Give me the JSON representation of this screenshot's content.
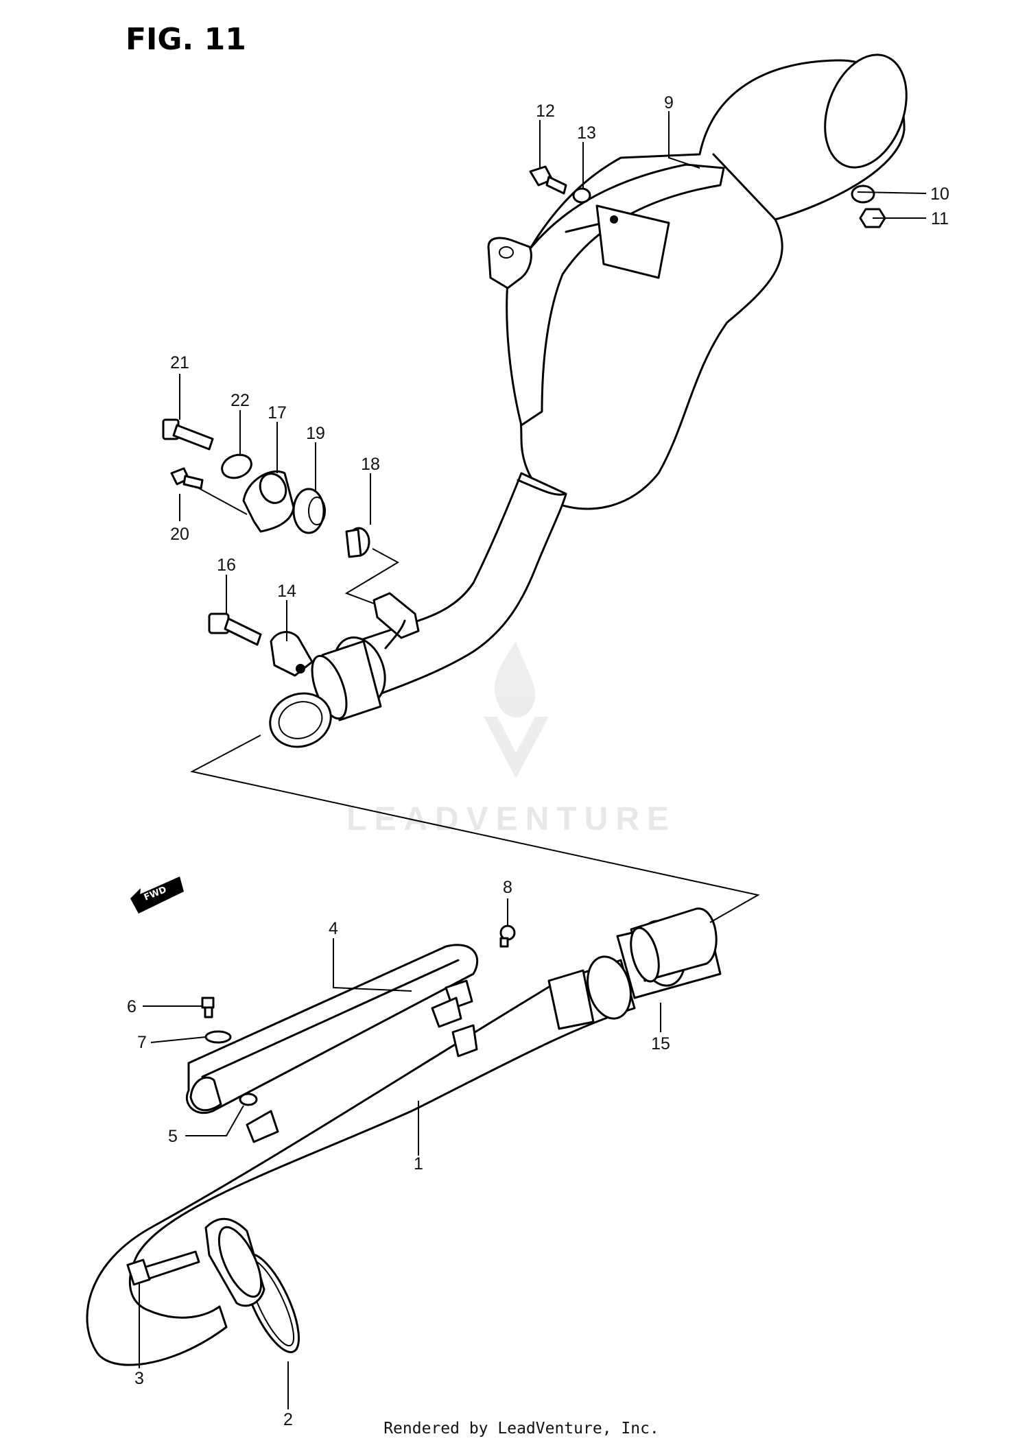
{
  "figure": {
    "title": "FIG. 11",
    "fwd_label": "FWD"
  },
  "callouts": {
    "c1": "1",
    "c2": "2",
    "c3": "3",
    "c4": "4",
    "c5": "5",
    "c6": "6",
    "c7": "7",
    "c8": "8",
    "c9": "9",
    "c10": "10",
    "c11": "11",
    "c12": "12",
    "c13": "13",
    "c14": "14",
    "c15": "15",
    "c16": "16",
    "c17": "17",
    "c18": "18",
    "c19": "19",
    "c20": "20",
    "c21": "21",
    "c22": "22"
  },
  "watermark": {
    "text": "LEADVENTURE"
  },
  "footer": {
    "text": "Rendered by LeadVenture, Inc."
  }
}
